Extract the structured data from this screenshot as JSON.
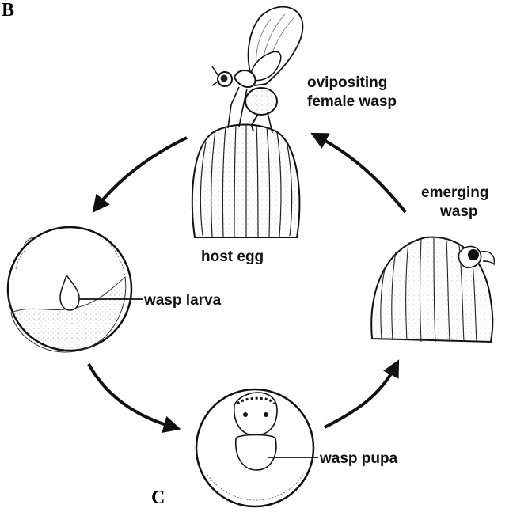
{
  "panel_letters": {
    "top": "B",
    "bottom": "C"
  },
  "labels": {
    "ovipositing": [
      "ovipositing",
      "female wasp"
    ],
    "host_egg": "host egg",
    "emerging": [
      "emerging",
      "wasp"
    ],
    "larva": "wasp larva",
    "pupa": "wasp pupa"
  },
  "colors": {
    "ink": "#111111",
    "paper": "#ffffff"
  }
}
